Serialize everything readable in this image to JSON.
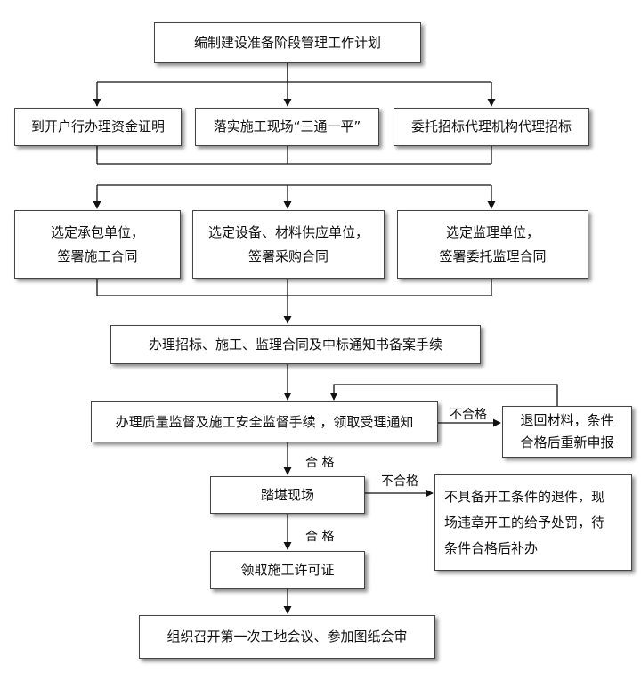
{
  "nodes": {
    "plan": "编制建设准备阶段管理工作计划",
    "fund_proof": "到开户行办理资金证明",
    "site_prep": "落实施工现场“三通一平”",
    "tender_agent": "委托招标代理机构代理招标",
    "contractor": [
      "选定承包单位，",
      "签署施工合同"
    ],
    "supplier": [
      "选定设备、材料供应单位，",
      "签署采购合同"
    ],
    "supervisor": [
      "选定监理单位，",
      "签署委托监理合同"
    ],
    "filing": "办理招标、施工、监理合同及中标通知书备案手续",
    "quality_safety": "办理质量监督及施工安全监督手续 ，领取受理通知",
    "return_materials": [
      "退回材料，条件",
      "合格后重新申报"
    ],
    "site_survey": "踏堪现场",
    "penalty": [
      "不具备开工条件的退件，现",
      "场违章开工的给予处罚，待",
      "条件合格后补办"
    ],
    "permit": "领取施工许可证",
    "first_meeting": "组织召开第一次工地会议、参加图纸会审"
  },
  "edge_labels": {
    "fail_1": "不合格",
    "pass_1": "合 格",
    "fail_2": "不合格",
    "pass_2": "合 格"
  }
}
